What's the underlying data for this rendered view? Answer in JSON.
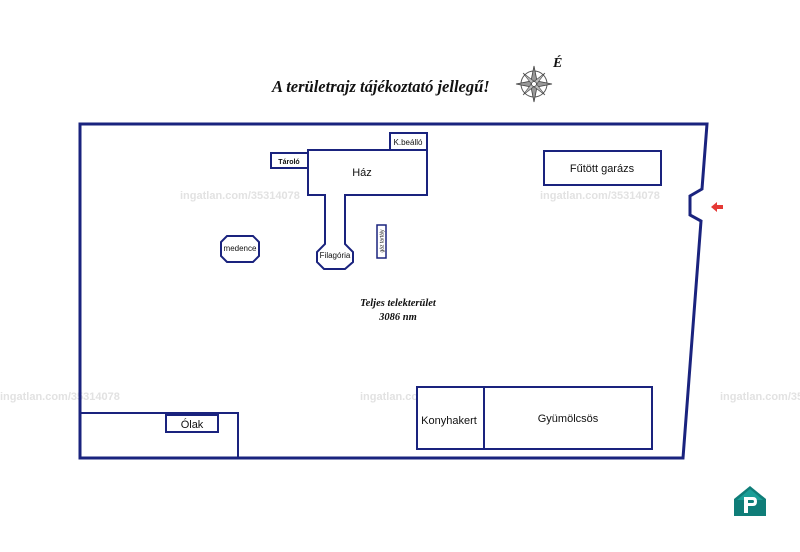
{
  "header": {
    "title": "A területrajz tájékoztató jellegű!",
    "north_label": "É"
  },
  "plan": {
    "total_area_label": "Teljes telekterület",
    "total_area_value": "3086 nm",
    "buildings": {
      "haz": "Ház",
      "kbeallo": "K.beálló",
      "tarolo": "Tároló",
      "filagoria": "Filagória",
      "medence": "medence",
      "gaz_tartaly": "gáz tartály",
      "futott_garazs": "Fűtött garázs",
      "olak": "Ólak",
      "konyhakert": "Konyhakert",
      "gyumolcsos": "Gyümölcsös"
    }
  },
  "watermark": "ingatlan.com/35314078",
  "colors": {
    "outline": "#1a237e",
    "entrance_arrow": "#e53935",
    "logo_teal": "#0f7d78"
  }
}
